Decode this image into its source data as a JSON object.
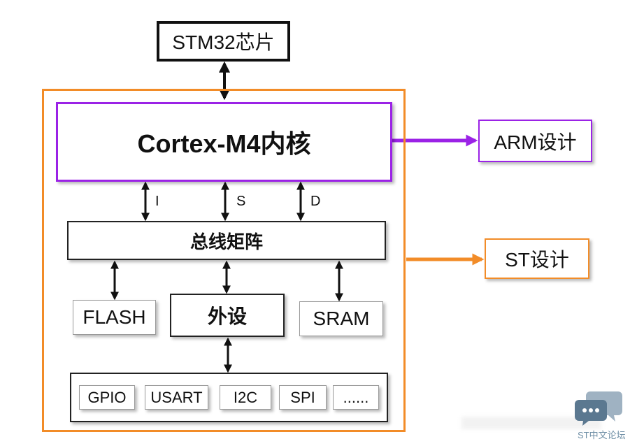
{
  "diagram": {
    "chip": "STM32芯片",
    "core": "Cortex-M4内核",
    "bus_matrix": "总线矩阵",
    "bus_labels": {
      "i": "I",
      "s": "S",
      "d": "D"
    },
    "memories": {
      "flash": "FLASH",
      "sram": "SRAM"
    },
    "peripherals_title": "外设",
    "peripherals": [
      "GPIO",
      "USART",
      "I2C",
      "SPI",
      "......"
    ],
    "arm_design": "ARM设计",
    "st_design": "ST设计"
  },
  "colors": {
    "arm": "#9b22e6",
    "st": "#f28c28",
    "line": "#111111"
  },
  "watermark": {
    "text": "ST中文论坛",
    "icon": "chat-bubbles-icon"
  }
}
